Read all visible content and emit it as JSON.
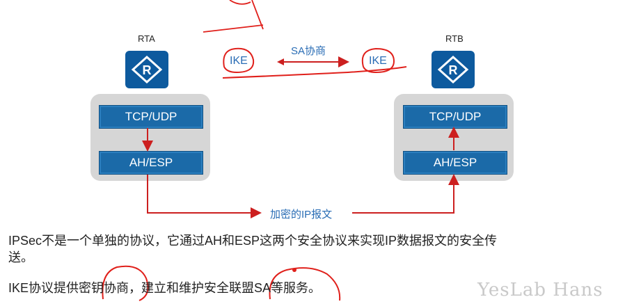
{
  "left_router": {
    "label": "RTA",
    "icon": "router-icon"
  },
  "right_router": {
    "label": "RTB",
    "icon": "router-icon"
  },
  "left_stack": {
    "top_layer": "TCP/UDP",
    "bottom_layer": "AH/ESP"
  },
  "right_stack": {
    "top_layer": "TCP/UDP",
    "bottom_layer": "AH/ESP"
  },
  "negotiation": {
    "left": "IKE",
    "right": "IKE",
    "label": "SA协商"
  },
  "flow_label": "加密的IP报文",
  "paragraphs": {
    "p1_line1": "IPSec不是一个单独的协议，它通过AH和ESP这两个安全协议来实现IP数据报文的安全传",
    "p1_line2": "送。",
    "p2": "IKE协议提供密钥协商，建立和维护安全联盟SA等服务。"
  },
  "watermark": "YesLab Hans",
  "colors": {
    "layer_blue": "#1b6aa8",
    "arrow_red": "#cc1f1f",
    "text_blue": "#2a6db5",
    "annotation_red": "#e0201b"
  }
}
